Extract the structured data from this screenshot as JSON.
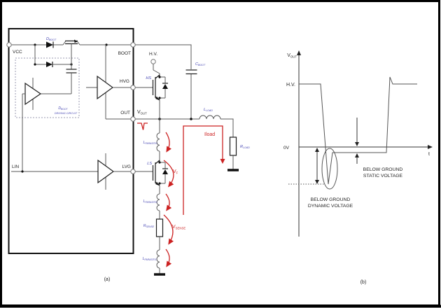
{
  "captions": {
    "a": "(a)",
    "b": "(b)"
  },
  "colors": {
    "blue_label": "#4343b2",
    "red_annotation": "#cc2222",
    "wire": "#5a5a5a",
    "outline": "#111111"
  },
  "circuit": {
    "pin_labels": {
      "vcc": "VCC",
      "lin": "LIN",
      "boot": "BOOT",
      "hvg": "HVG",
      "out": "OUT",
      "lvg": "LVG"
    },
    "node_labels": {
      "hv": "H.V."
    },
    "sub_labels": {
      "vout": {
        "main": "V",
        "sub": "OUT"
      },
      "dboot": {
        "main": "D",
        "sub": "BOOT"
      },
      "cboot": {
        "main": "C",
        "sub": "BOOT"
      },
      "lload": {
        "main": "L",
        "sub": "LOAD"
      },
      "rload": {
        "main": "R",
        "sub": "LOAD"
      },
      "lparasitic": {
        "main": "L",
        "sub": "PARASITIC"
      },
      "rsense": {
        "main": "R",
        "sub": "SENSE"
      },
      "vf": {
        "main": "V",
        "sub": "F"
      },
      "vsense": {
        "main": "V",
        "sub": "SENSE"
      }
    },
    "transistor_labels": {
      "hs": "HS",
      "ls": "LS"
    },
    "current_label": "Iload",
    "driving_circuit_label": {
      "line1_main": "D",
      "line1_sub": "BOOT",
      "line2": "DRIVING CIRCUIT"
    }
  },
  "graph": {
    "y_axis": {
      "main": "V",
      "sub": "OUT"
    },
    "x_axis_label": "t",
    "hv_level_label": "H.V.",
    "zero_level_label": "0V",
    "static_annotation": {
      "line1": "BELOW GROUND",
      "line2": "STATIC VOLTAGE"
    },
    "dynamic_annotation": {
      "line1": "BELOW GROUND",
      "line2": "DYNAMIC VOLTAGE"
    }
  },
  "chart_data": {
    "type": "line",
    "x_label": "t",
    "y_label": "V_OUT",
    "y_levels": [
      "H.V.",
      "0V"
    ],
    "description": "VOUT switching waveform: starts at H.V., falls below 0V with a large negative dynamic spike (circled), remains slightly below ground while low (static voltage), then returns to H.V. with a small overshoot",
    "path_points": [
      [
        427,
        120
      ],
      [
        458,
        120
      ],
      [
        469,
        263
      ],
      [
        475,
        218
      ],
      [
        552,
        218
      ],
      [
        557,
        110
      ],
      [
        561,
        120
      ],
      [
        596,
        120
      ]
    ],
    "annotations": [
      "BELOW GROUND STATIC VOLTAGE",
      "BELOW GROUND DYNAMIC VOLTAGE"
    ]
  }
}
